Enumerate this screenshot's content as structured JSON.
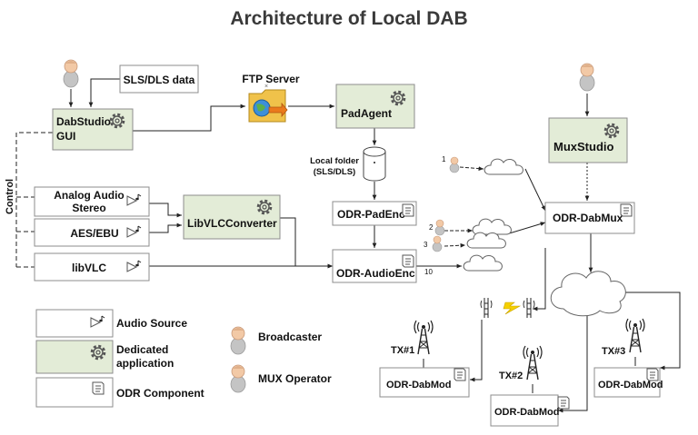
{
  "title": "Architecture of Local DAB",
  "colors": {
    "app_fill": "#e3ecd7",
    "component_fill": "#ffffff",
    "border": "#8c8c8c",
    "line": "#222222",
    "person_head": "#f2c9a6",
    "person_body": "#c2c2c2"
  },
  "nodes": {
    "dabstudio_l1": "DabStudio",
    "dabstudio_l2": "GUI",
    "sls_dls_data": "SLS/DLS data",
    "ftp_server": "FTP Server",
    "padagent": "PadAgent",
    "local_folder_l1": "Local folder",
    "local_folder_l2": "(SLS/DLS)",
    "muxstudio": "MuxStudio",
    "analog_l1": "Analog Audio",
    "analog_l2": "Stereo",
    "aes_ebu": "AES/EBU",
    "libvlc": "libVLC",
    "libvlcconverter": "LibVLCConverter",
    "odr_padenc": "ODR-PadEnc",
    "odr_audioenc": "ODR-AudioEnc",
    "odr_dabmux": "ODR-DabMux",
    "odr_dabmod_1": "ODR-DabMod",
    "odr_dabmod_2": "ODR-DabMod",
    "odr_dabmod_3": "ODR-DabMod",
    "control": "Control"
  },
  "labels": {
    "n1": "1",
    "n2": "2",
    "n3": "3",
    "n10": "10",
    "tx1": "TX#1",
    "tx2": "TX#2",
    "tx3": "TX#3"
  },
  "legend": {
    "audio_source": "Audio Source",
    "dedicated_l1": "Dedicated",
    "dedicated_l2": "application",
    "odr_component": "ODR Component",
    "broadcaster": "Broadcaster",
    "mux_operator": "MUX Operator"
  },
  "icons": {
    "gear": "gear-icon",
    "document": "document-icon",
    "speaker": "speaker-note-icon",
    "person": "person-icon",
    "cloud": "cloud-icon",
    "tower": "radio-tower-icon",
    "database": "cylinder-icon",
    "lightning": "lightning-icon",
    "folder": "folder-globe-icon"
  }
}
